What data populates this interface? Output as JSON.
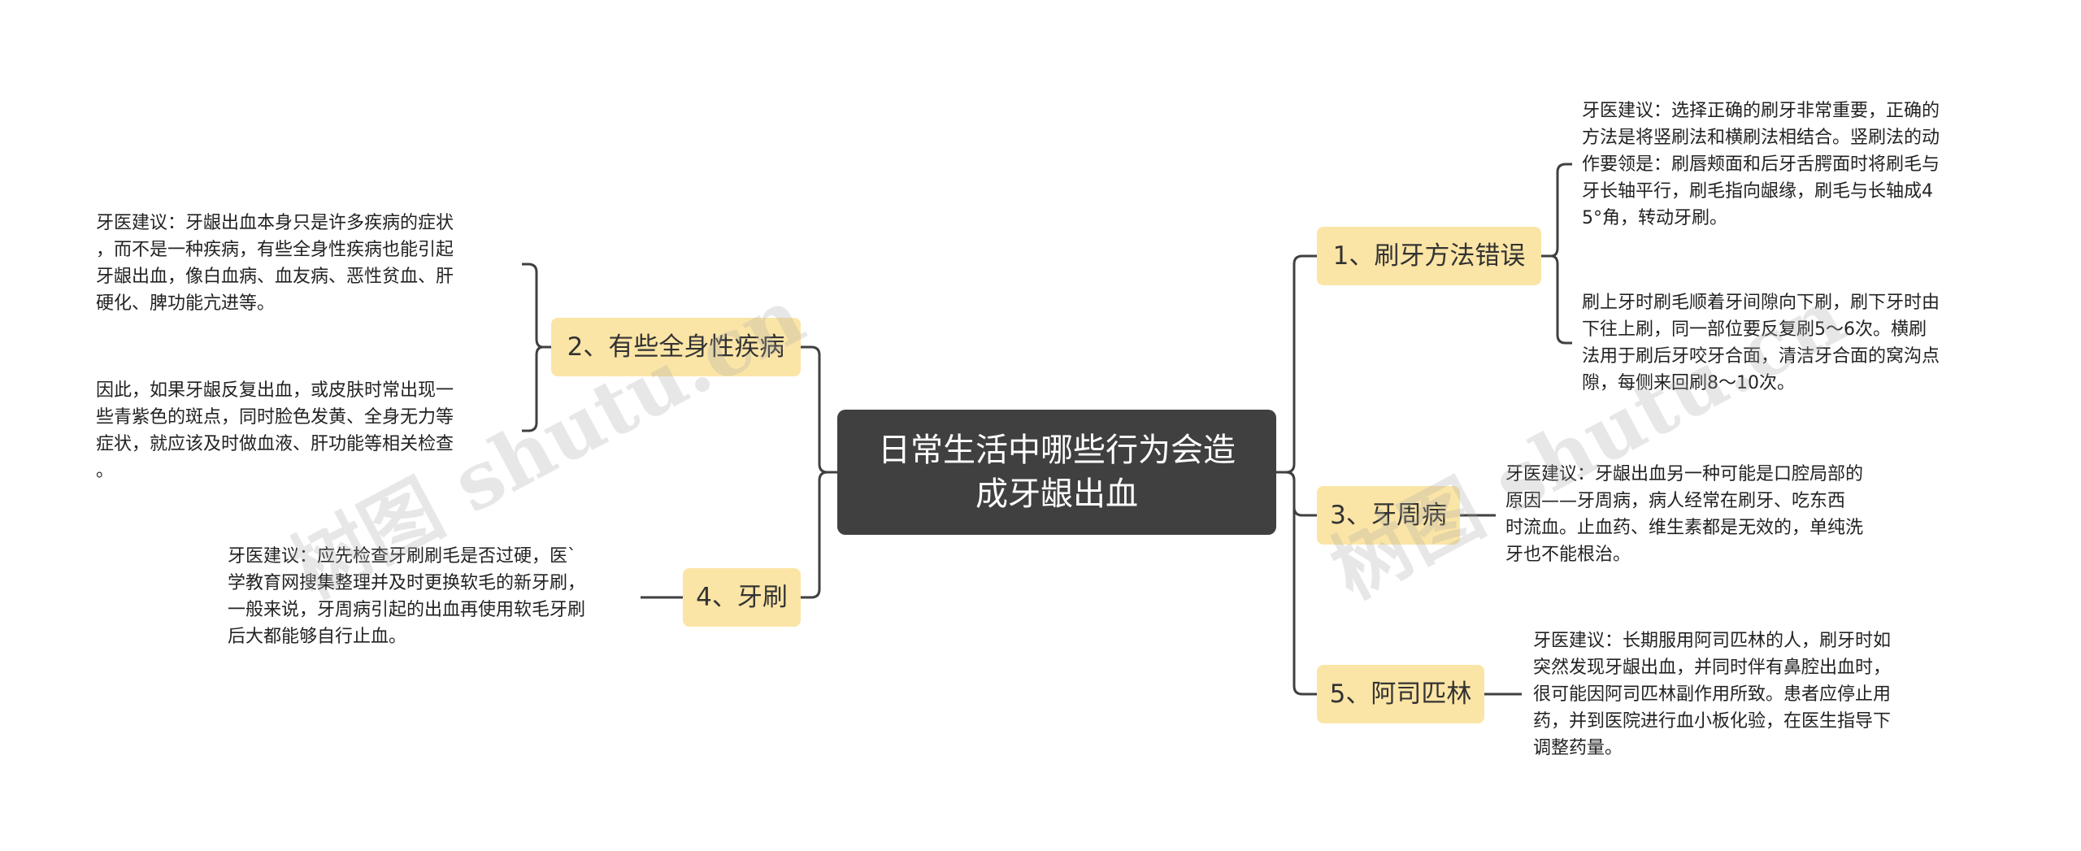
{
  "central": {
    "title": "日常生活中哪些行为会造\n成牙龈出血"
  },
  "topics": [
    {
      "id": "t1",
      "label": "1、刷牙方法错误"
    },
    {
      "id": "t2",
      "label": "2、有些全身性疾病"
    },
    {
      "id": "t3",
      "label": "3、牙周病"
    },
    {
      "id": "t4",
      "label": "4、牙刷"
    },
    {
      "id": "t5",
      "label": "5、阿司匹林"
    }
  ],
  "leaves": [
    {
      "id": "l1a",
      "text": "牙医建议：选择正确的刷牙非常重要，正确的\n方法是将竖刷法和横刷法相结合。竖刷法的动\n作要领是：刷唇颊面和后牙舌腭面时将刷毛与\n牙长轴平行，刷毛指向龈缘，刷毛与长轴成4\n5°角，转动牙刷。"
    },
    {
      "id": "l1b",
      "text": "刷上牙时刷毛顺着牙间隙向下刷，刷下牙时由\n下往上刷，同一部位要反复刷5～6次。横刷\n法用于刷后牙咬牙合面，清洁牙合面的窝沟点\n隙，每侧来回刷8～10次。"
    },
    {
      "id": "l2a",
      "text": "牙医建议：牙龈出血本身只是许多疾病的症状\n，而不是一种疾病，有些全身性疾病也能引起\n牙龈出血，像白血病、血友病、恶性贫血、肝\n硬化、脾功能亢进等。"
    },
    {
      "id": "l2b",
      "text": "因此，如果牙龈反复出血，或皮肤时常出现一\n些青紫色的斑点，同时脸色发黄、全身无力等\n症状，就应该及时做血液、肝功能等相关检查\n。"
    },
    {
      "id": "l3a",
      "text": "牙医建议：牙龈出血另一种可能是口腔局部的\n原因——牙周病，病人经常在刷牙、吃东西\n时流血。止血药、维生素都是无效的，单纯洗\n牙也不能根治。"
    },
    {
      "id": "l4a",
      "text": "牙医建议：应先检查牙刷刷毛是否过硬，医`\n学教育网搜集整理并及时更换软毛的新牙刷，\n一般来说，牙周病引起的出血再使用软毛牙刷\n后大都能够自行止血。"
    },
    {
      "id": "l5a",
      "text": "牙医建议：长期服用阿司匹林的人，刷牙时如\n突然发现牙龈出血，并同时伴有鼻腔出血时，\n很可能因阿司匹林副作用所致。患者应停止用\n药，并到医院进行血小板化验，在医生指导下\n调整药量。"
    }
  ],
  "watermarks": [
    "树图 shutu.cn",
    "树图 shutu.cn"
  ],
  "colors": {
    "central_bg": "#404040",
    "topic_bg": "#fbe5a6",
    "line": "#404040"
  }
}
